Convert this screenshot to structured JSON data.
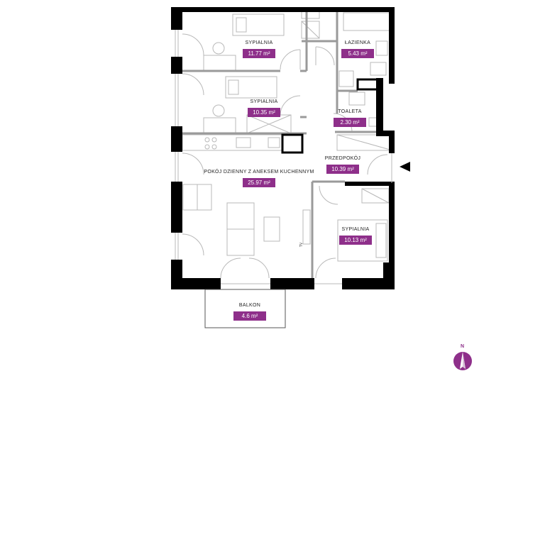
{
  "rooms": [
    {
      "name": "SYPIALNIA",
      "area": "11.77 m²"
    },
    {
      "name": "ŁAZIENKA",
      "area": "5.43 m²"
    },
    {
      "name": "SYPIALNIA",
      "area": "10.35 m²"
    },
    {
      "name": "TOALETA",
      "area": "2.30 m²"
    },
    {
      "name": "PRZEDPOKÓJ",
      "area": "10.39 m²"
    },
    {
      "name": "POKÓJ DZIENNY Z ANEKSEM KUCHENNYM",
      "area": "25.97 m²"
    },
    {
      "name": "SYPIALNIA",
      "area": "10.13 m²"
    },
    {
      "name": "BALKON",
      "area": "4.6 m²"
    }
  ],
  "tv_label": "TV",
  "compass": {
    "label": "N"
  },
  "colors": {
    "accent": "#8e2f8a",
    "wall": "#000000",
    "partition": "#9a9a9a",
    "furniture": "#b8b8b8"
  }
}
